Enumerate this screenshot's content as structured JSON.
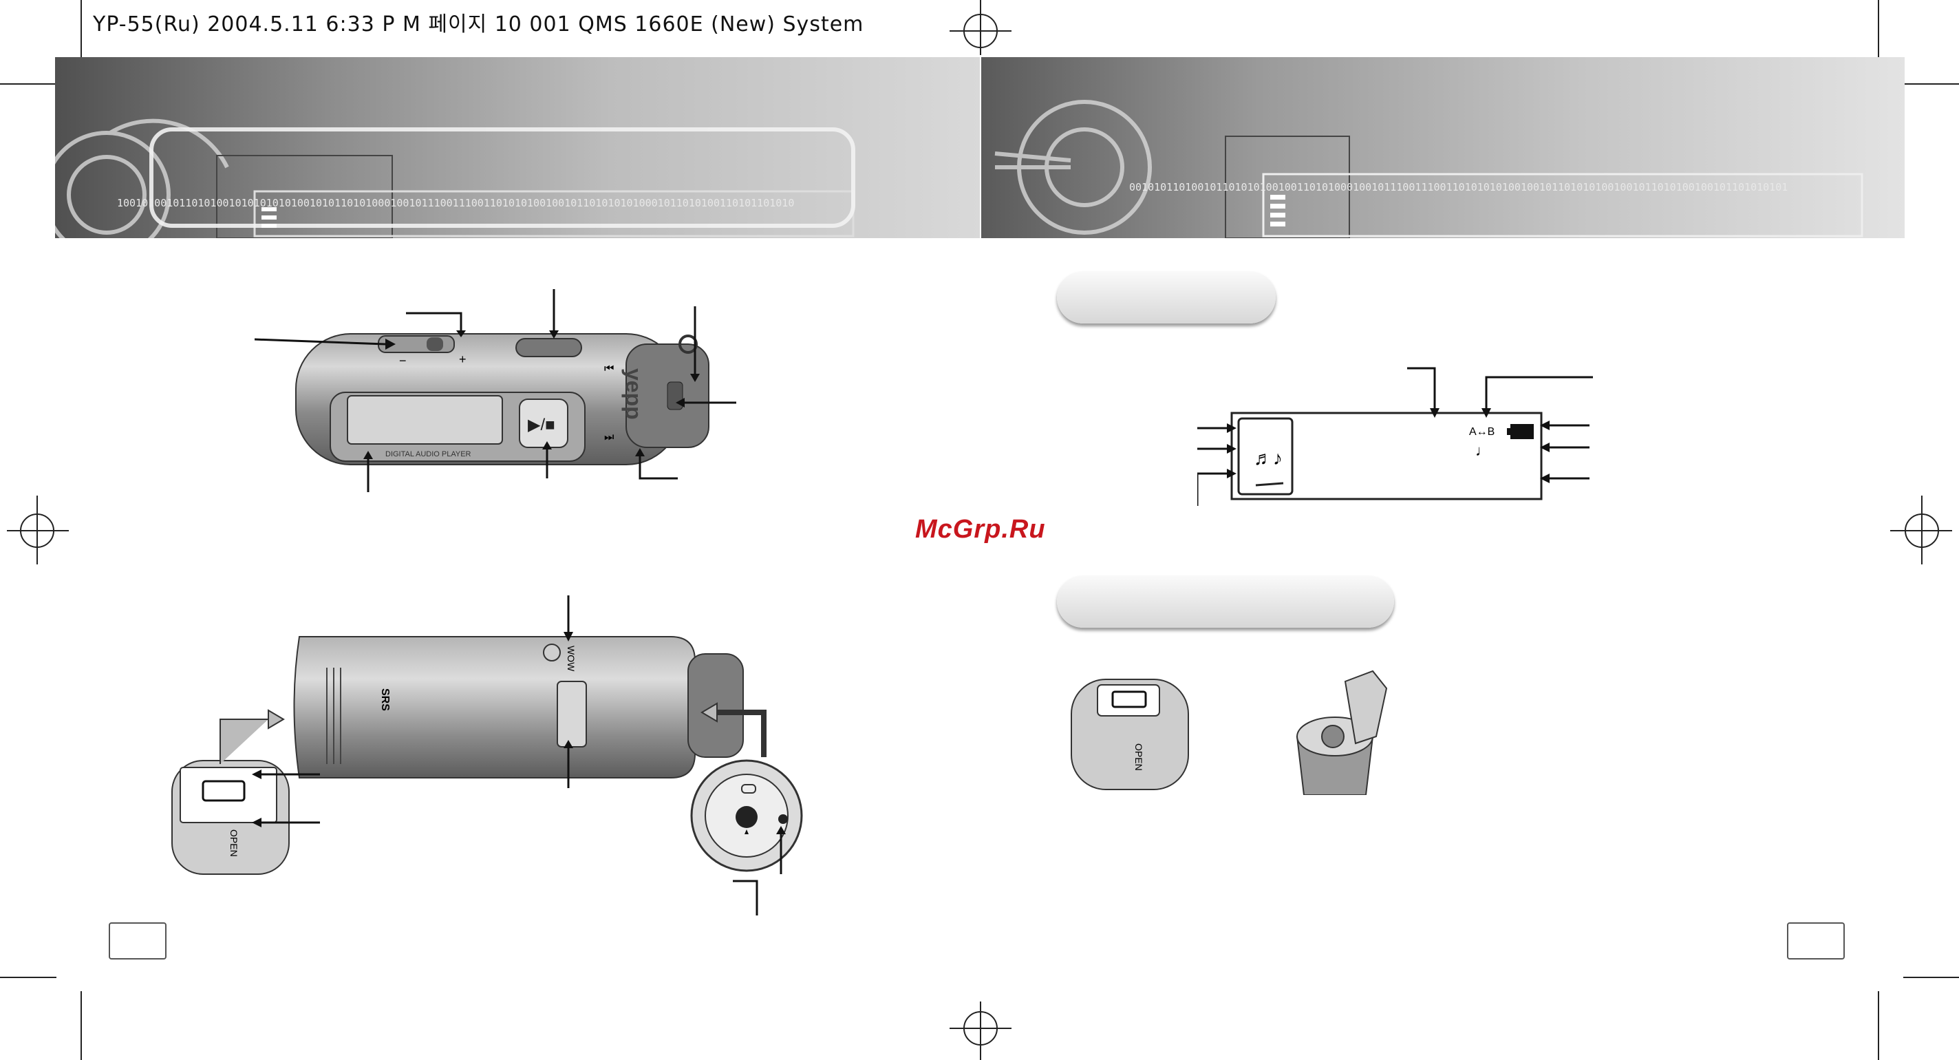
{
  "header_slug": "YP-55(Ru)  2004.5.11 6:33 P M 페이지 10   001 QMS  1660E (New) System",
  "banner": {
    "binary_left": "1001010010110101001010101010100101011010100010010111001110011010101001001011010101010001011010100110101101010",
    "binary_right": "0010101101001011010101001001101010001001011100111001101010101001001011010101001001011010100100101101010101"
  },
  "device": {
    "brand": "yepp",
    "display_caption": "DIGITAL AUDIO PLAYER",
    "volume_minus": "−",
    "volume_plus": "+",
    "play_stop_glyph": "▶/■",
    "prev_glyph": "⏮",
    "next_glyph": "⏭",
    "wow_label": "WOW",
    "srs_label": "SRS",
    "open_label": "OPEN"
  },
  "lcd": {
    "ab_repeat": "A↔B",
    "music_notes": "♬♪",
    "single_note": "♩"
  },
  "watermark": "McGrp.Ru",
  "colors": {
    "watermark": "#c8161d",
    "body_dark": "#6e6e6e",
    "body_light": "#c9c9c9"
  }
}
